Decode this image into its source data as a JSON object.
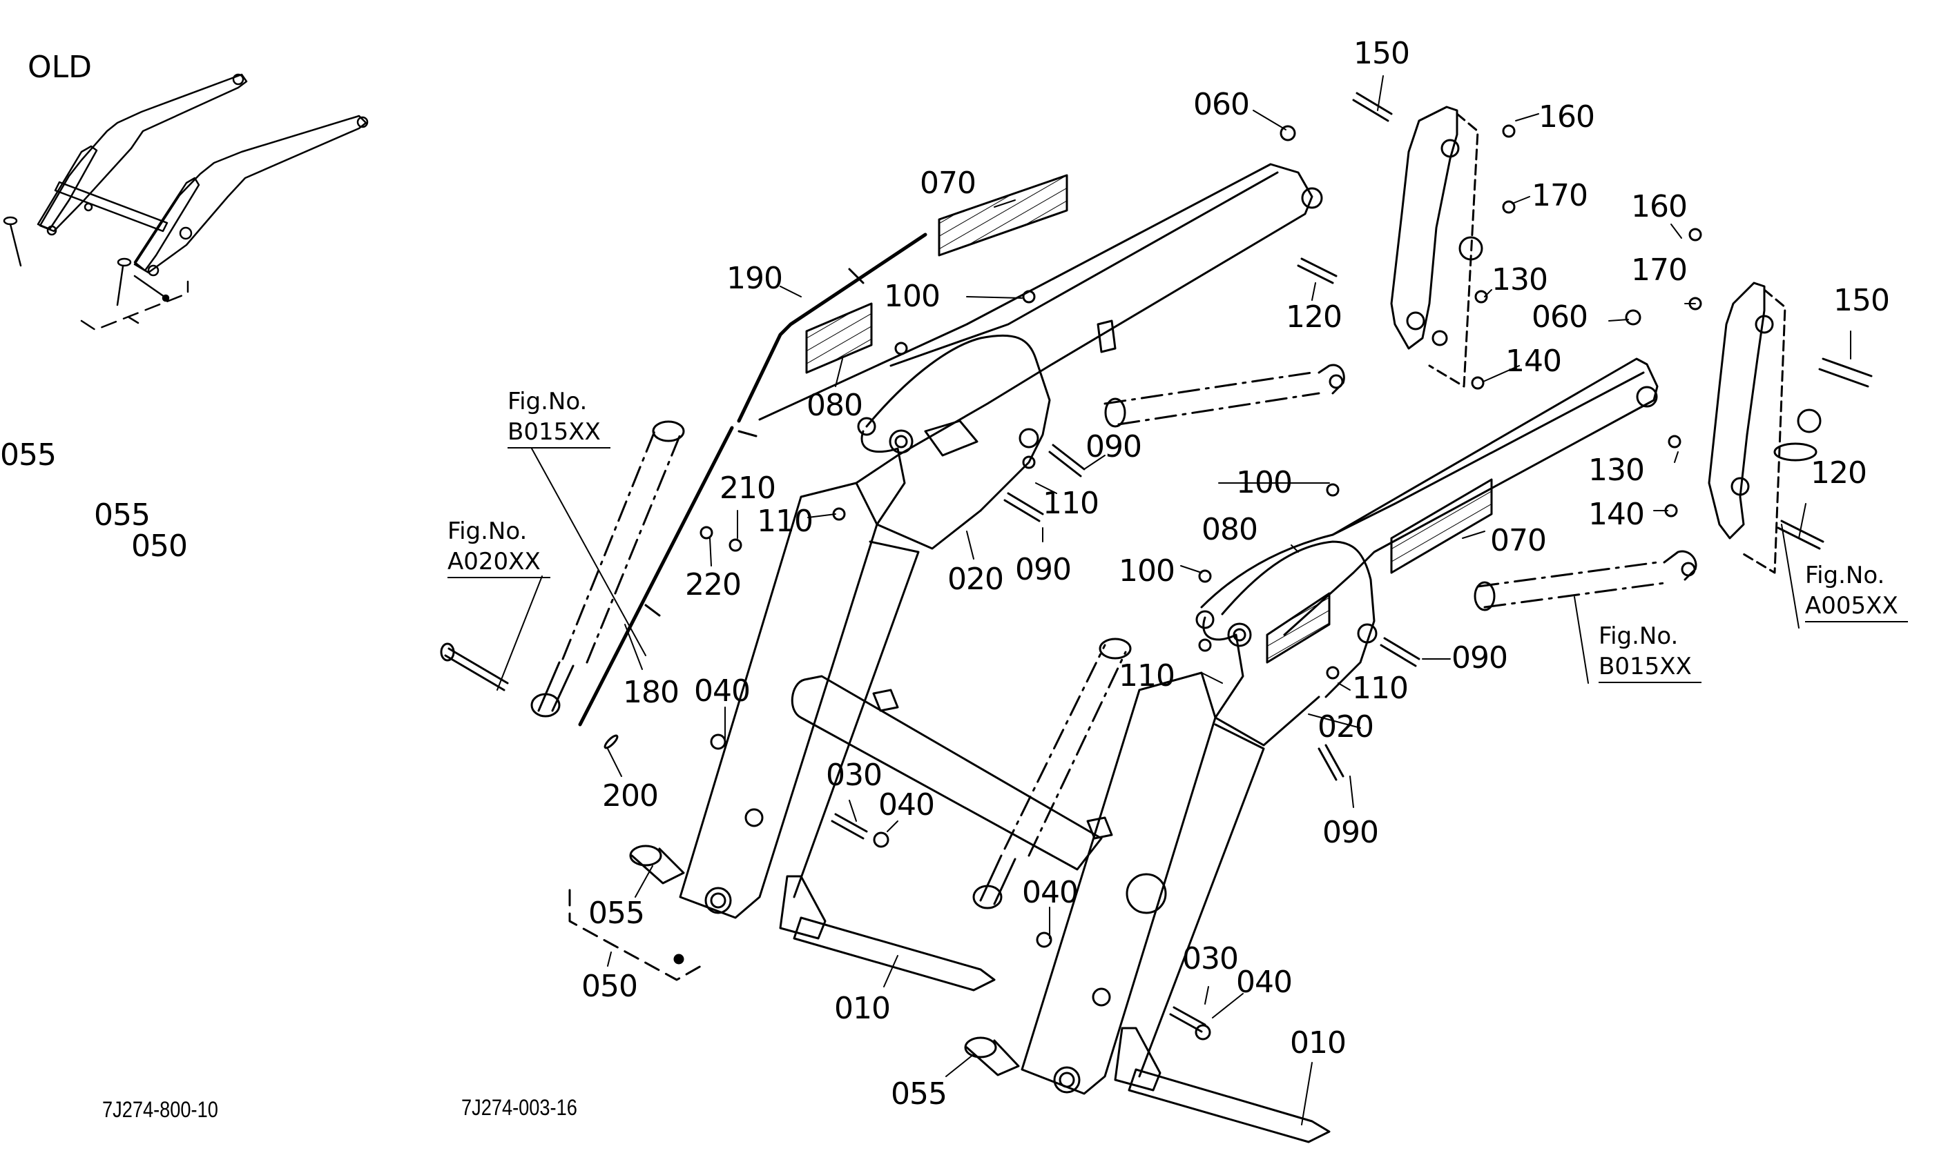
{
  "diagram": {
    "title": "OLD",
    "old_assembly": {
      "labels": [
        "055",
        "055",
        "050"
      ],
      "drawing_number": "7J274-800-10"
    },
    "main_assembly": {
      "drawing_number": "7J274-003-16",
      "part_labels": [
        {
          "id": "150a",
          "text": "150"
        },
        {
          "id": "060a",
          "text": "060"
        },
        {
          "id": "160a",
          "text": "160"
        },
        {
          "id": "070a",
          "text": "070"
        },
        {
          "id": "170a",
          "text": "170"
        },
        {
          "id": "160b",
          "text": "160"
        },
        {
          "id": "190",
          "text": "190"
        },
        {
          "id": "100a",
          "text": "100"
        },
        {
          "id": "120a",
          "text": "120"
        },
        {
          "id": "130a",
          "text": "130"
        },
        {
          "id": "170b",
          "text": "170"
        },
        {
          "id": "150b",
          "text": "150"
        },
        {
          "id": "060b",
          "text": "060"
        },
        {
          "id": "140a",
          "text": "140"
        },
        {
          "id": "080a",
          "text": "080"
        },
        {
          "id": "090a",
          "text": "090"
        },
        {
          "id": "130b",
          "text": "130"
        },
        {
          "id": "120b",
          "text": "120"
        },
        {
          "id": "210",
          "text": "210"
        },
        {
          "id": "110a",
          "text": "110"
        },
        {
          "id": "110b",
          "text": "110"
        },
        {
          "id": "100b",
          "text": "100"
        },
        {
          "id": "140b",
          "text": "140"
        },
        {
          "id": "080b",
          "text": "080"
        },
        {
          "id": "070b",
          "text": "070"
        },
        {
          "id": "220",
          "text": "220"
        },
        {
          "id": "020a",
          "text": "020"
        },
        {
          "id": "090b",
          "text": "090"
        },
        {
          "id": "100c",
          "text": "100"
        },
        {
          "id": "090c",
          "text": "090"
        },
        {
          "id": "110c",
          "text": "110"
        },
        {
          "id": "110d",
          "text": "110"
        },
        {
          "id": "180",
          "text": "180"
        },
        {
          "id": "040a",
          "text": "040"
        },
        {
          "id": "020b",
          "text": "020"
        },
        {
          "id": "200",
          "text": "200"
        },
        {
          "id": "030a",
          "text": "030"
        },
        {
          "id": "040b",
          "text": "040"
        },
        {
          "id": "090d",
          "text": "090"
        },
        {
          "id": "055a",
          "text": "055"
        },
        {
          "id": "040c",
          "text": "040"
        },
        {
          "id": "050",
          "text": "050"
        },
        {
          "id": "010a",
          "text": "010"
        },
        {
          "id": "030b",
          "text": "030"
        },
        {
          "id": "040d",
          "text": "040"
        },
        {
          "id": "010b",
          "text": "010"
        },
        {
          "id": "055b",
          "text": "055"
        }
      ],
      "figure_references": [
        {
          "id": "fig-b015-left",
          "prefix": "Fig.No.",
          "code": "B015XX"
        },
        {
          "id": "fig-a020",
          "prefix": "Fig.No.",
          "code": "A020XX"
        },
        {
          "id": "fig-a005",
          "prefix": "Fig.No.",
          "code": "A005XX"
        },
        {
          "id": "fig-b015-right",
          "prefix": "Fig.No.",
          "code": "B015XX"
        }
      ]
    }
  }
}
